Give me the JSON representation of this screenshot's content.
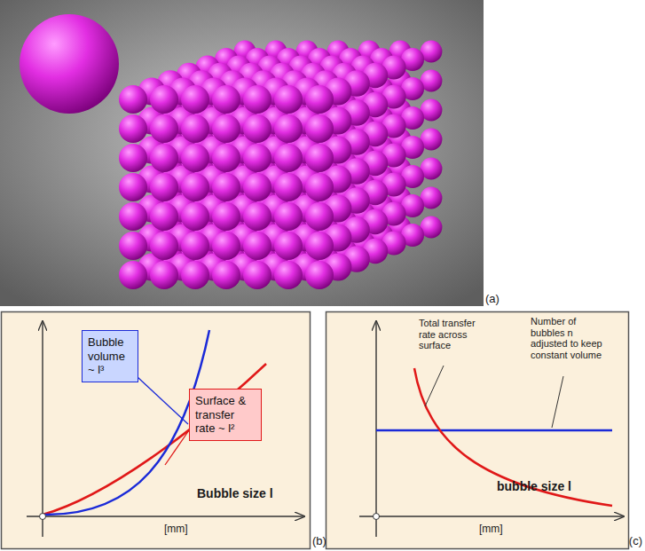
{
  "diagram": {
    "nodes": [
      {
        "text": [
          "Bubble volume ~ l³"
        ]
      },
      {
        "text": [
          "Surface & transfer rate ~ l²"
        ]
      }
    ],
    "labels": [
      "(a)",
      "Bubble size l",
      "[mm]",
      "(b)",
      "Total transfer rate across surface",
      "Number of bubbles n adjusted to keep constant volume",
      "bubble size l",
      "[mm]",
      "(c)"
    ]
  }
}
